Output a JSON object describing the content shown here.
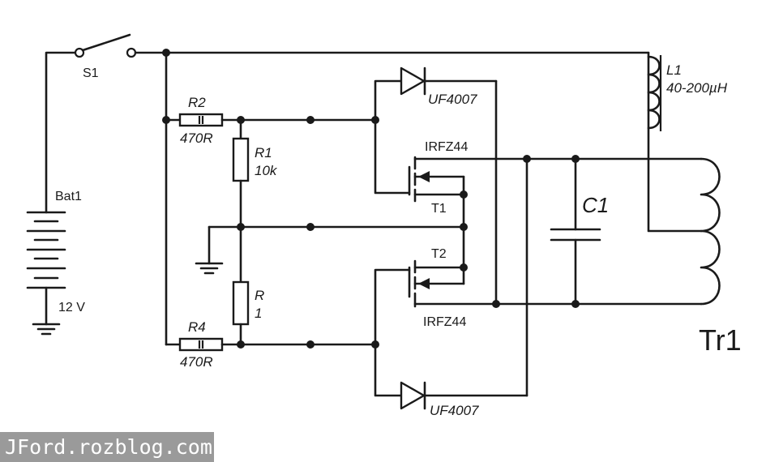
{
  "diagram": {
    "switch_label": "S1",
    "battery_label": "Bat1",
    "battery_voltage": "12 V",
    "r2": {
      "name": "R2",
      "value": "470R"
    },
    "r1": {
      "name": "R1",
      "value": "10k"
    },
    "r3": {
      "name": "R",
      "value": "1"
    },
    "r4": {
      "name": "R4",
      "value": "470R"
    },
    "d1": "UF4007",
    "d2": "UF4007",
    "t1": {
      "part": "IRFZ44",
      "name": "T1"
    },
    "t2": {
      "part": "IRFZ44",
      "name": "T2"
    },
    "l1": {
      "name": "L1",
      "value": "40-200µH"
    },
    "c1": "C1",
    "tr1": "Tr1"
  },
  "watermark": "JFord.rozblog.com",
  "colors": {
    "ink": "#1a1a1a",
    "background": "#ffffff",
    "watermark_bg": "#9a9a9a",
    "watermark_text": "#ffffff"
  }
}
